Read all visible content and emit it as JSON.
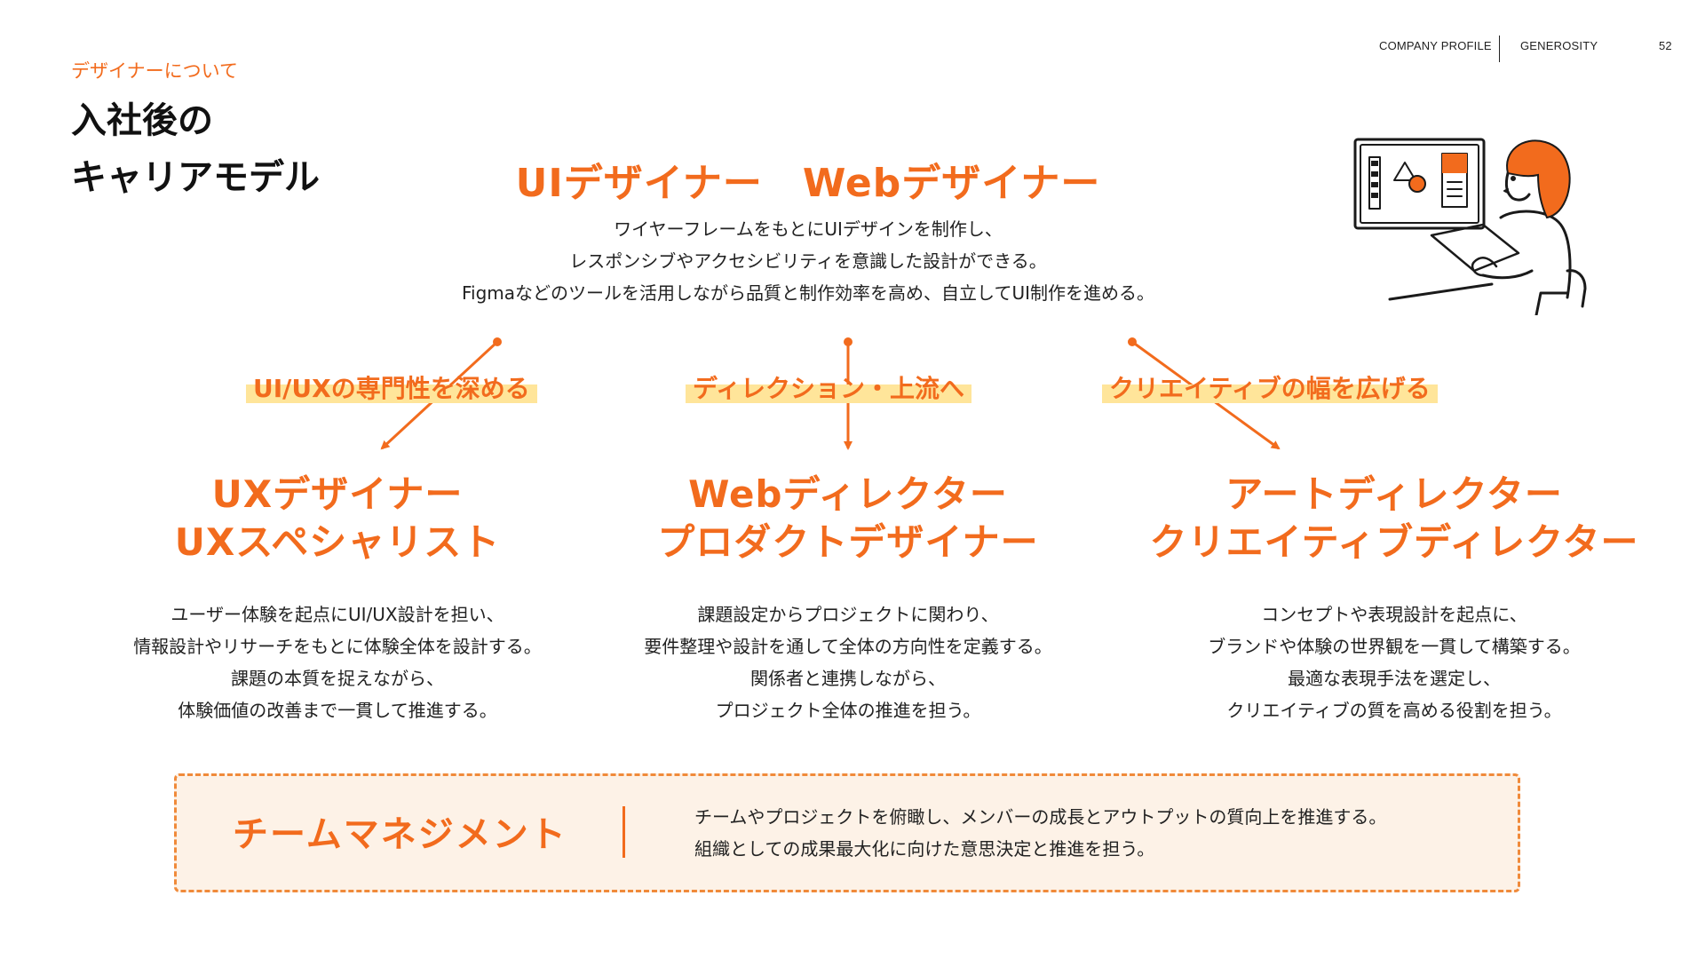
{
  "header": {
    "company_profile": "COMPANY PROFILE",
    "brand": "GENEROSITY",
    "page_number": "52"
  },
  "section_label": "デザイナーについて",
  "page_title": {
    "line1": "入社後の",
    "line2": "キャリアモデル"
  },
  "top_role": {
    "title": "UIデザイナー　Webデザイナー",
    "desc": [
      "ワイヤーフレームをもとにUIデザインを制作し、",
      "レスポンシブやアクセシビリティを意識した設計ができる。",
      "Figmaなどのツールを活用しながら品質と制作効率を高め、自立してUI制作を進める。"
    ]
  },
  "paths": [
    {
      "label": "UI/UXの専門性を深める",
      "title_lines": [
        "UXデザイナー",
        "UXスペシャリスト"
      ],
      "desc": [
        "ユーザー体験を起点にUI/UX設計を担い、",
        "情報設計やリサーチをもとに体験全体を設計する。",
        "課題の本質を捉えながら、",
        "体験価値の改善まで一貫して推進する。"
      ]
    },
    {
      "label": "ディレクション・上流へ",
      "title_lines": [
        "Webディレクター",
        "プロダクトデザイナー"
      ],
      "desc": [
        "課題設定からプロジェクトに関わり、",
        "要件整理や設計を通して全体の方向性を定義する。",
        "関係者と連携しながら、",
        "プロジェクト全体の推進を担う。"
      ]
    },
    {
      "label": "クリエイティブの幅を広げる",
      "title_lines": [
        "アートディレクター",
        "クリエイティブディレクター"
      ],
      "desc": [
        "コンセプトや表現設計を起点に、",
        "ブランドや体験の世界観を一貫して構築する。",
        "最適な表現手法を選定し、",
        "クリエイティブの質を高める役割を担う。"
      ]
    }
  ],
  "team_management": {
    "title": "チームマネジメント",
    "desc": [
      "チームやプロジェクトを俯瞰し、メンバーの成長とアウトプットの質向上を推進する。",
      "組織としての成果最大化に向けた意思決定と推進を担う。"
    ]
  },
  "colors": {
    "accent": "#f26b1d",
    "highlight": "#ffe59a",
    "team_box_bg": "#fdf2e7"
  },
  "illustration": "designer-at-monitor-illustration"
}
